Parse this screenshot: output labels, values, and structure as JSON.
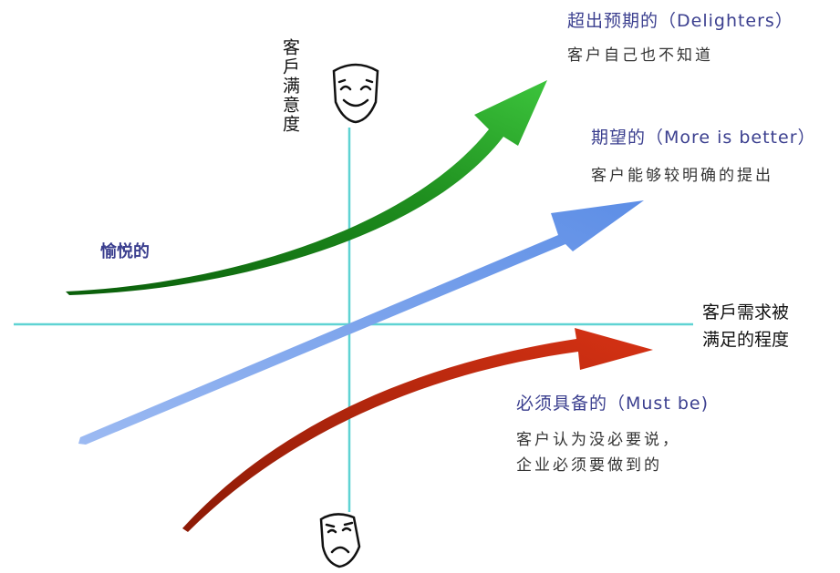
{
  "axes": {
    "y_label": "客戶满意度",
    "x_label_line1": "客戶需求被",
    "x_label_line2": "满足的程度"
  },
  "curves": {
    "delighters": {
      "title": "超出预期的（Delighters）",
      "description": "客户自己也不知道",
      "side_label": "愉悦的",
      "color": "#1f8f1f"
    },
    "more_is_better": {
      "title": "期望的（More is better）",
      "description": "客户能够较明确的提出",
      "color": "#6f9be8"
    },
    "must_be": {
      "title": "必须具备的（Must be)",
      "description_line1": "客户认为没必要说，",
      "description_line2": "企业必须要做到的",
      "color": "#c2280e"
    }
  },
  "colors": {
    "axis": "#5fd3d3",
    "text_title": "#3b3f8f"
  },
  "icons": {
    "top": "happy-mask-icon",
    "bottom": "sad-mask-icon"
  }
}
